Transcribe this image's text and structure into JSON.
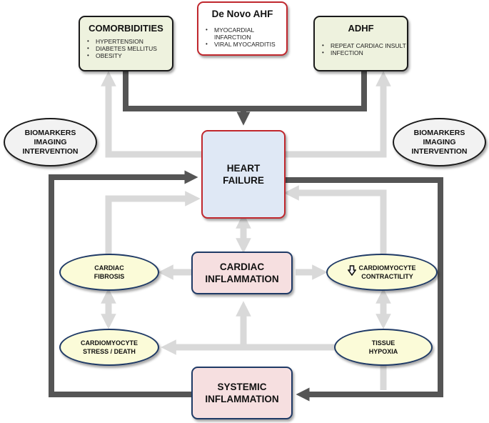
{
  "comorbidities": {
    "title": "COMORBIDITIES",
    "items": [
      "HYPERTENSION",
      "DIABETES MELLITUS",
      "OBESITY"
    ]
  },
  "de_novo": {
    "title": "De Novo AHF",
    "items": [
      "MYOCARDIAL INFARCTION",
      "VIRAL MYOCARDITIS"
    ]
  },
  "adhf": {
    "title": "ADHF",
    "items": [
      "REPEAT CARDIAC INSULT",
      "INFECTION"
    ]
  },
  "biomarkers_left": [
    "BIOMARKERS",
    "IMAGING",
    "INTERVENTION"
  ],
  "biomarkers_right": [
    "BIOMARKERS",
    "IMAGING",
    "INTERVENTION"
  ],
  "heart_failure": [
    "HEART",
    "FAILURE"
  ],
  "cardiac_inflammation": [
    "CARDIAC",
    "INFLAMMATION"
  ],
  "systemic_inflammation": [
    "SYSTEMIC",
    "INFLAMMATION"
  ],
  "cardiac_fibrosis": [
    "CARDIAC",
    "FIBROSIS"
  ],
  "cardiomyocyte_contractility": [
    "CARDIOMYOCYTE",
    "CONTRACTILITY"
  ],
  "cardiomyocyte_stress": [
    "CARDIOMYOCYTE",
    "STRESS / DEATH"
  ],
  "tissue_hypoxia": [
    "TISSUE",
    "HYPOXIA"
  ],
  "colors": {
    "light_arrow": "#d9d9d9",
    "dark_arrow": "#555555",
    "red_border": "#c0272d",
    "navy_border": "#1f3a66",
    "green_fill": "#eef2de",
    "blue_fill": "#dfe8f5",
    "pink_fill": "#f6dfe0",
    "yellow_fill": "#fbfbd8"
  }
}
